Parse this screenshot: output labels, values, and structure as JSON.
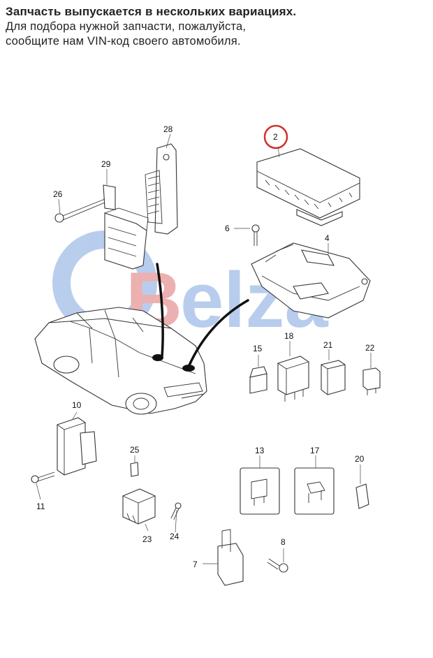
{
  "header": {
    "line1": "Запчасть выпускается в нескольких вариациях.",
    "line2": "Для подбора нужной запчасти, пожалуйста,",
    "line3": "сообщите нам VIN-код своего автомобиля."
  },
  "watermark": {
    "text": "Belza",
    "color_b": "#d94b4b",
    "color_rest": "#5b8fd6"
  },
  "highlight": {
    "part": "2",
    "color": "#d0312d"
  },
  "callouts": [
    "28",
    "29",
    "26",
    "2",
    "6",
    "4",
    "15",
    "18",
    "21",
    "22",
    "10",
    "25",
    "13",
    "17",
    "20",
    "11",
    "23",
    "24",
    "8",
    "7"
  ]
}
